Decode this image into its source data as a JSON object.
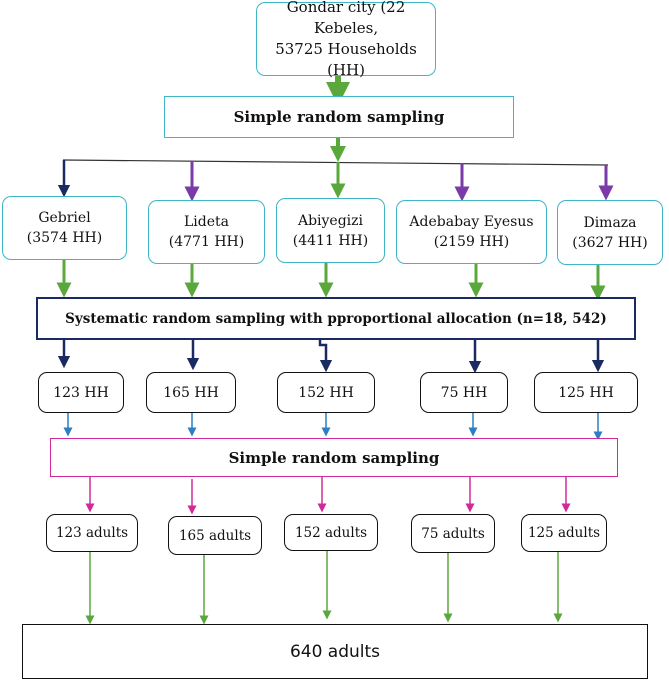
{
  "root": {
    "line1": "Gondar city (22 Kebeles,",
    "line2": "53725 Households (HH)"
  },
  "stage1": {
    "label": "Simple random sampling"
  },
  "kebeles": [
    {
      "name": "Gebriel",
      "hh": "(3574 HH)"
    },
    {
      "name": "Lideta",
      "hh": "(4771 HH)"
    },
    {
      "name": "Abiyegizi",
      "hh": "(4411 HH)"
    },
    {
      "name": "Adebabay Eyesus",
      "hh": "(2159 HH)"
    },
    {
      "name": "Dimaza",
      "hh": "(3627 HH)"
    }
  ],
  "stage2": {
    "label": "Systematic random sampling with pproportional allocation (n=18, 542)"
  },
  "samples": [
    "123 HH",
    "165 HH",
    "152 HH",
    "75 HH",
    "125 HH"
  ],
  "stage3": {
    "label": "Simple random sampling"
  },
  "adults": [
    "123 adults",
    "165 adults",
    "152 adults",
    "75 adults",
    "125 adults"
  ],
  "total": {
    "label": "640 adults"
  },
  "colors": {
    "teal_border": "#3fb6c6",
    "green_arrow": "#5aa83c",
    "navy_arrow": "#1b2a63",
    "purple_arrow": "#7a3aa8",
    "blue_arrow": "#2b7fc2",
    "magenta_arrow": "#d02a9a"
  }
}
